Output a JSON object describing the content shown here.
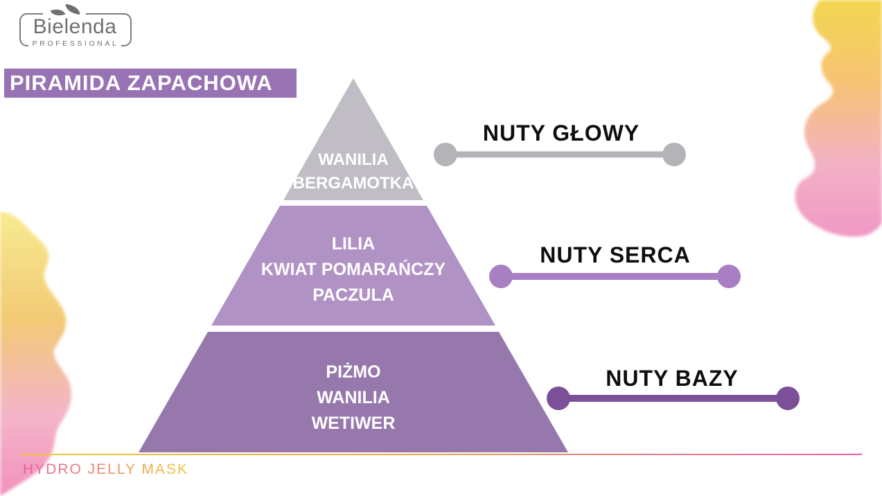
{
  "logo": {
    "brand": "Bielenda",
    "subtitle": "PROFESSIONAL"
  },
  "title": "PIRAMIDA ZAPACHOWA",
  "pyramid": {
    "tiers": [
      {
        "color": "#c0bec4",
        "notes": [
          "WANILIA",
          "BERGAMOTKA"
        ]
      },
      {
        "color": "#b192c5",
        "notes": [
          "LILIA",
          "KWIAT POMARAŃCZY",
          "PACZULA"
        ]
      },
      {
        "color": "#9678ad",
        "notes": [
          "PIŻMO",
          "WANILIA",
          "WETIWER"
        ]
      }
    ]
  },
  "labels": [
    {
      "text": "NUTY GŁOWY",
      "color": "#b5b3b8"
    },
    {
      "text": "NUTY SERCA",
      "color": "#a87fc2"
    },
    {
      "text": "NUTY BAZY",
      "color": "#7c4f99"
    }
  ],
  "footer": {
    "product": "HYDRO JELLY MASK"
  },
  "colors": {
    "title_bg": "#9873b4",
    "title_text": "#ffffff",
    "tier_note_text": "#ffffff",
    "label_text": "#0e0e0e",
    "logo_gray": "#6f6f6f",
    "footer_line_left": "#eecb3a",
    "footer_line_right": "#ec5fa1"
  }
}
